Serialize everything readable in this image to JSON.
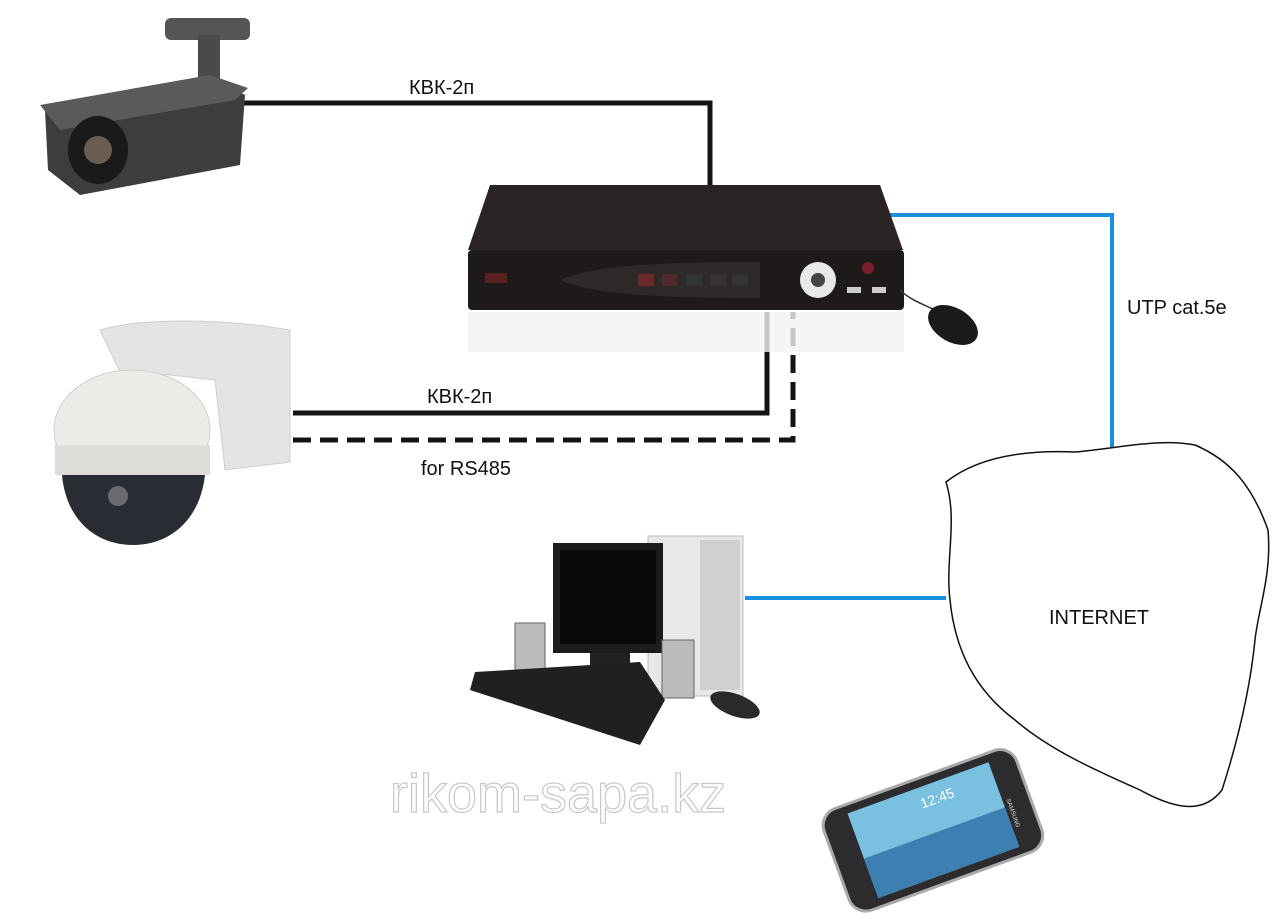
{
  "labels": {
    "cable_top": "КВК-2п",
    "cable_ptz": "КВК-2п",
    "rs485": "for RS485",
    "utp": "UTP cat.5e",
    "internet": "INTERNET"
  },
  "watermark": "rikom-sapa.kz",
  "phone": {
    "brand": "SAMSUNG",
    "clock": "12:45"
  },
  "colors": {
    "cable": "#141414",
    "network": "#1a8fe0",
    "dvr": "#1e1a1a"
  }
}
